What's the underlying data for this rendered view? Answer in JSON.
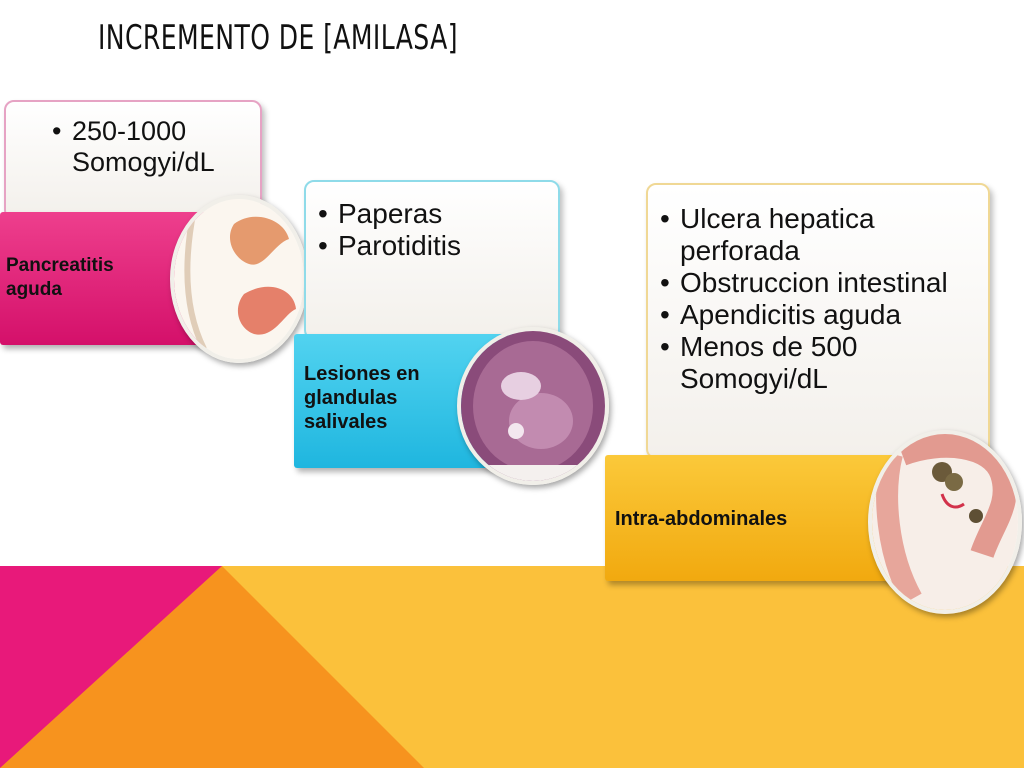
{
  "slide": {
    "title": "INCREMENTO DE [AMILASA]"
  },
  "groups": [
    {
      "bullets": [
        "250-1000 Somogyi/dL"
      ],
      "label": "Pancreatitis aguda",
      "image_icon": "pancreas-illustration-icon",
      "colors": {
        "label": "#e6176f",
        "border": "#e6a3c4"
      }
    },
    {
      "bullets": [
        "Paperas",
        "Parotiditis"
      ],
      "label": "Lesiones en glandulas salivales",
      "image_icon": "salivary-gland-photo-icon",
      "colors": {
        "label": "#26c4ea",
        "border": "#8fdbe9"
      }
    },
    {
      "bullets": [
        "Ulcera hepatica perforada",
        "Obstruccion intestinal",
        "Apendicitis aguda",
        "Menos de 500 Somogyi/dL"
      ],
      "label": "Intra-abdominales",
      "image_icon": "intestine-illustration-icon",
      "colors": {
        "label": "#f8b617",
        "border": "#f0d895"
      }
    }
  ],
  "theme": {
    "pink": "#e8197a",
    "orange": "#f7931e",
    "yellow": "#fbc13b"
  }
}
